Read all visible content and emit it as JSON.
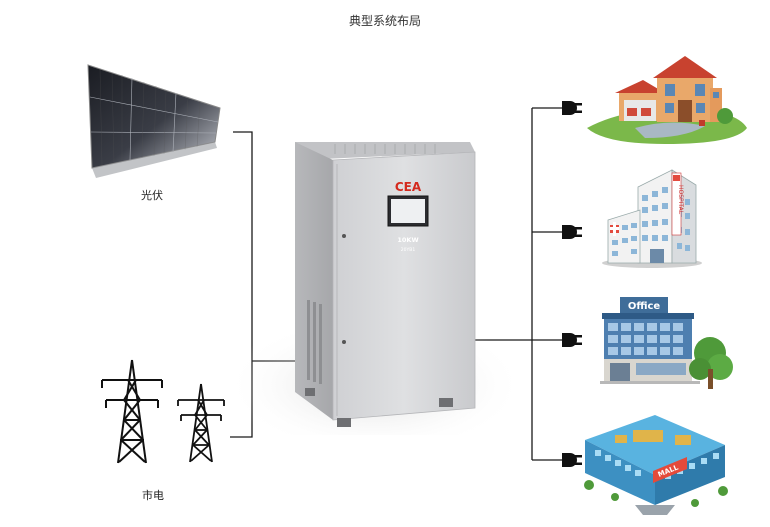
{
  "title": "典型系统布局",
  "sources": {
    "pv_label": "光伏",
    "grid_label": "市电"
  },
  "cabinet": {
    "brand": "CEA",
    "rating": "10KW",
    "model": "20YB1"
  },
  "loads": {
    "hospital_sign": "HOSPITAL",
    "office_sign": "Office",
    "mall_sign": "MALL"
  },
  "colors": {
    "line": "#1a1a1a",
    "cabinet_body": "#d9d9db",
    "brand_red": "#d42a1e",
    "roof_red": "#c8422f",
    "grass": "#7bb84a",
    "office_blue": "#4e7fb0"
  }
}
